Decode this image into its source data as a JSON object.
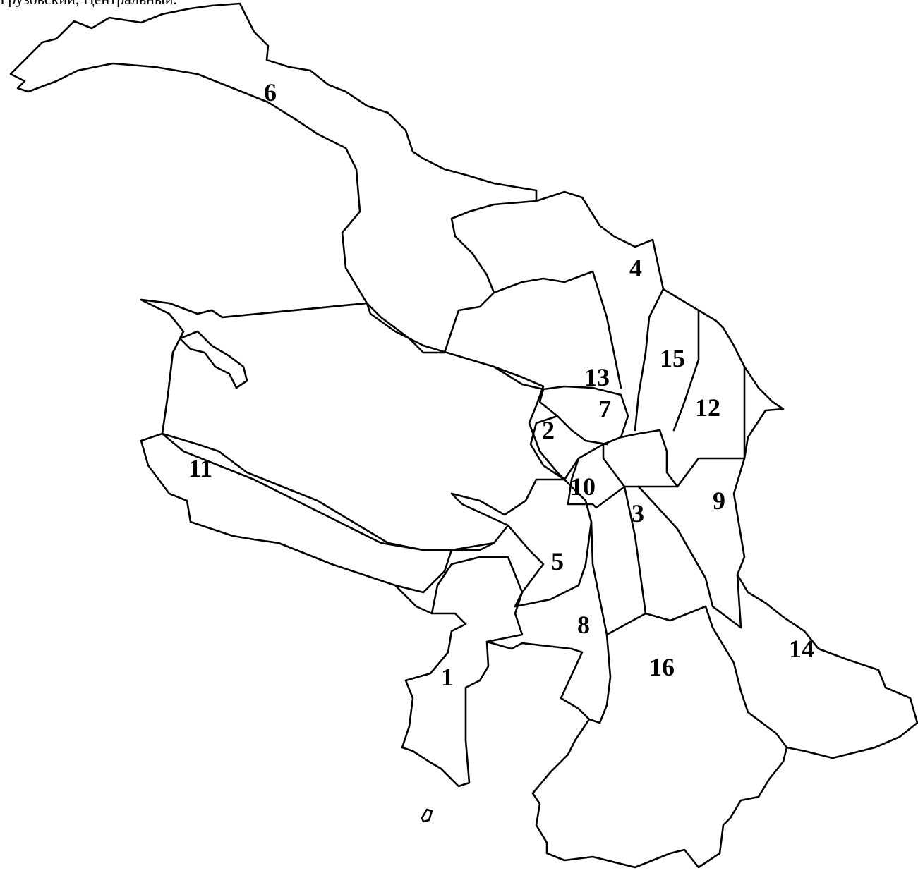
{
  "header": {
    "text": "Грузовский, Центральный."
  },
  "map": {
    "district_labels": [
      {
        "id": "1",
        "text": "1"
      },
      {
        "id": "2",
        "text": "2"
      },
      {
        "id": "3",
        "text": "3"
      },
      {
        "id": "4",
        "text": "4"
      },
      {
        "id": "5",
        "text": "5"
      },
      {
        "id": "6",
        "text": "6"
      },
      {
        "id": "7",
        "text": "7"
      },
      {
        "id": "8",
        "text": "8"
      },
      {
        "id": "9",
        "text": "9"
      },
      {
        "id": "10",
        "text": "10"
      },
      {
        "id": "11",
        "text": "11"
      },
      {
        "id": "12",
        "text": "12"
      },
      {
        "id": "13",
        "text": "13"
      },
      {
        "id": "14",
        "text": "14"
      },
      {
        "id": "15",
        "text": "15"
      },
      {
        "id": "16",
        "text": "16"
      }
    ]
  }
}
